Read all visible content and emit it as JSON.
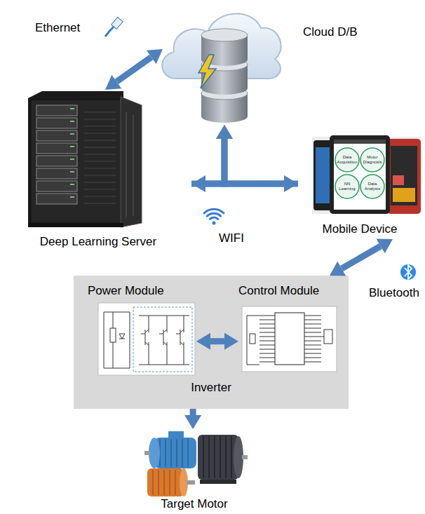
{
  "diagram": {
    "nodes": [
      {
        "text": [
          "Cloud D/B"
        ]
      },
      {
        "text": [
          "Deep Learning Server"
        ]
      },
      {
        "text": [
          "Mobile Device"
        ]
      },
      {
        "text": [
          "Inverter"
        ]
      },
      {
        "text": [
          "Power Module"
        ],
        "in": 3
      },
      {
        "text": [
          "Control Module"
        ],
        "in": 3
      },
      {
        "text": [
          "Target Motor"
        ]
      }
    ],
    "edges": [
      {
        "from": 1,
        "to": 0,
        "arrow": "both",
        "label": "Ethernet"
      },
      {
        "from": 1,
        "to": 2,
        "arrow": "both",
        "label": "WIFI"
      },
      {
        "from": 1,
        "to": 0,
        "arrow": "to"
      },
      {
        "from": 2,
        "to": 0,
        "arrow": "to"
      },
      {
        "from": 2,
        "to": 3,
        "arrow": "both",
        "label": "Bluetooth"
      },
      {
        "from": 4,
        "to": 5,
        "arrow": "both"
      },
      {
        "from": 3,
        "to": 6,
        "arrow": "to"
      }
    ],
    "labels": [
      "Data Acquisition",
      "Motor Diagnosis",
      "NN Learning",
      "Data Analysis"
    ]
  }
}
